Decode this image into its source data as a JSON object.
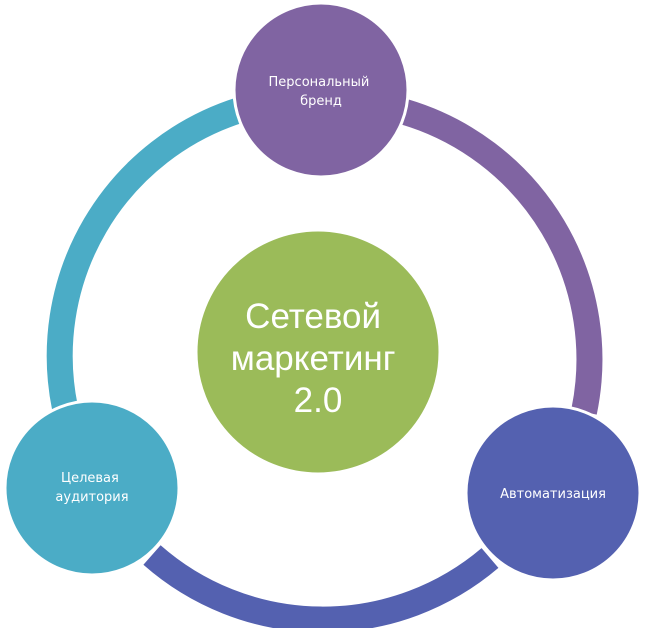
{
  "diagram": {
    "center": {
      "lines": [
        "Сетевой",
        "маркетинг",
        "2.0"
      ],
      "color": "#9bbb59"
    },
    "nodes": [
      {
        "id": "personal-brand",
        "lines": [
          "Персональный",
          "бренд"
        ],
        "color": "#8064a2"
      },
      {
        "id": "automation",
        "lines": [
          "Автоматизация"
        ],
        "color": "#5461b0"
      },
      {
        "id": "target-audience",
        "lines": [
          "Целевая",
          "аудитория"
        ],
        "color": "#4bacc6"
      }
    ],
    "ring_colors": {
      "brand_to_automation": "#8064a2",
      "automation_to_audience": "#5461b0",
      "audience_to_brand": "#4bacc6"
    }
  }
}
